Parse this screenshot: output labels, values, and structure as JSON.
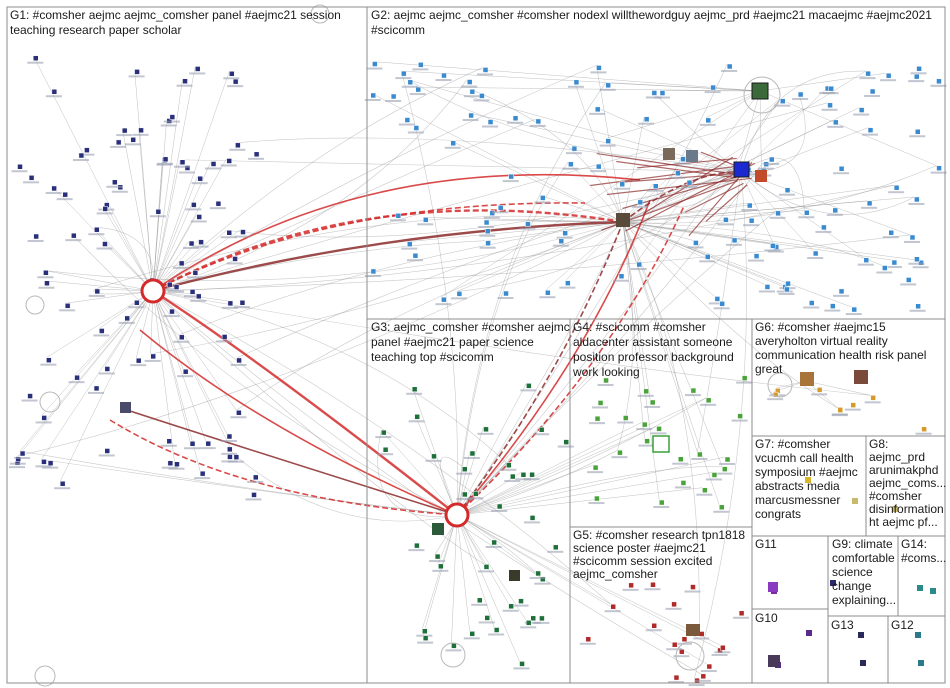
{
  "groups": [
    {
      "id": "G1",
      "lines": [
        "G1: #comsher aejmc aejmc_comsher panel #aejmc21 session",
        "teaching research paper scholar"
      ]
    },
    {
      "id": "G2",
      "lines": [
        "G2: aejmc aejmc_comsher #comsher nodexl willthewordguy aejmc_prd #aejmc21 macaejmc #aejmc2021",
        "#scicomm"
      ]
    },
    {
      "id": "G3",
      "lines": [
        "G3: aejmc_comsher #comsher aejmc",
        "panel #aejmc21 paper science",
        "teaching top #scicomm"
      ]
    },
    {
      "id": "G4",
      "lines": [
        "G4: #scicomm #comsher",
        "aldacenter assistant someone",
        "position professor background",
        "work looking"
      ]
    },
    {
      "id": "G5",
      "lines": [
        "G5: #comsher research tpn1818",
        "science poster #aejmc21",
        "#scicomm session excited",
        "aejmc_comsher"
      ]
    },
    {
      "id": "G6",
      "lines": [
        "G6: #comsher #aejmc15",
        "averyholton virtual reality",
        "communication health risk panel",
        "great"
      ]
    },
    {
      "id": "G7",
      "lines": [
        "G7: #comsher",
        "vcucmh call health",
        "symposium #aejmc",
        "abstracts media",
        "marcusmessner",
        "congrats"
      ]
    },
    {
      "id": "G8",
      "lines": [
        "G8:",
        "aejmc_prd",
        "arunimakphd",
        "aejmc_coms...",
        "#comsher",
        "disinformation",
        "ht aejmc pf..."
      ]
    },
    {
      "id": "G9",
      "lines": [
        "G9: climate",
        "comfortable",
        "science",
        "change",
        "explaining..."
      ]
    },
    {
      "id": "G10",
      "lines": [
        "G10"
      ]
    },
    {
      "id": "G11",
      "lines": [
        "G11"
      ]
    },
    {
      "id": "G12",
      "lines": [
        "G12"
      ]
    },
    {
      "id": "G13",
      "lines": [
        "G13"
      ]
    },
    {
      "id": "G14",
      "lines": [
        "G14:",
        "#coms..."
      ]
    }
  ],
  "colors": {
    "frame": "#8c8c8c",
    "edge_gray": "#8a8a8a",
    "edge_red": "#d42a2a",
    "edge_darkred": "#8b2a2a",
    "g1_node": "#2a2f7a",
    "g2_node": "#3a8ad0",
    "g3_node": "#1f6f3a",
    "g4_node": "#49a33a",
    "g5_node": "#b02a2a",
    "g6_node": "#d69a2a",
    "g7_node": "#d6b82a",
    "g8_node": "#c9b96a",
    "g9_node": "#7a2aa0",
    "g10_node": "#5a2a8a",
    "g11_node": "#2a2a6a",
    "g12_node": "#2a7a8a",
    "g13_node": "#2a2a5a",
    "g14_node": "#2a8a8a"
  },
  "hubs": [
    {
      "id": "hub-g1",
      "icon": "red-circle-hub-icon"
    },
    {
      "id": "hub-g3",
      "icon": "red-circle-hub-icon"
    },
    {
      "id": "hub-g2",
      "icon": "profile-image-icon"
    }
  ]
}
